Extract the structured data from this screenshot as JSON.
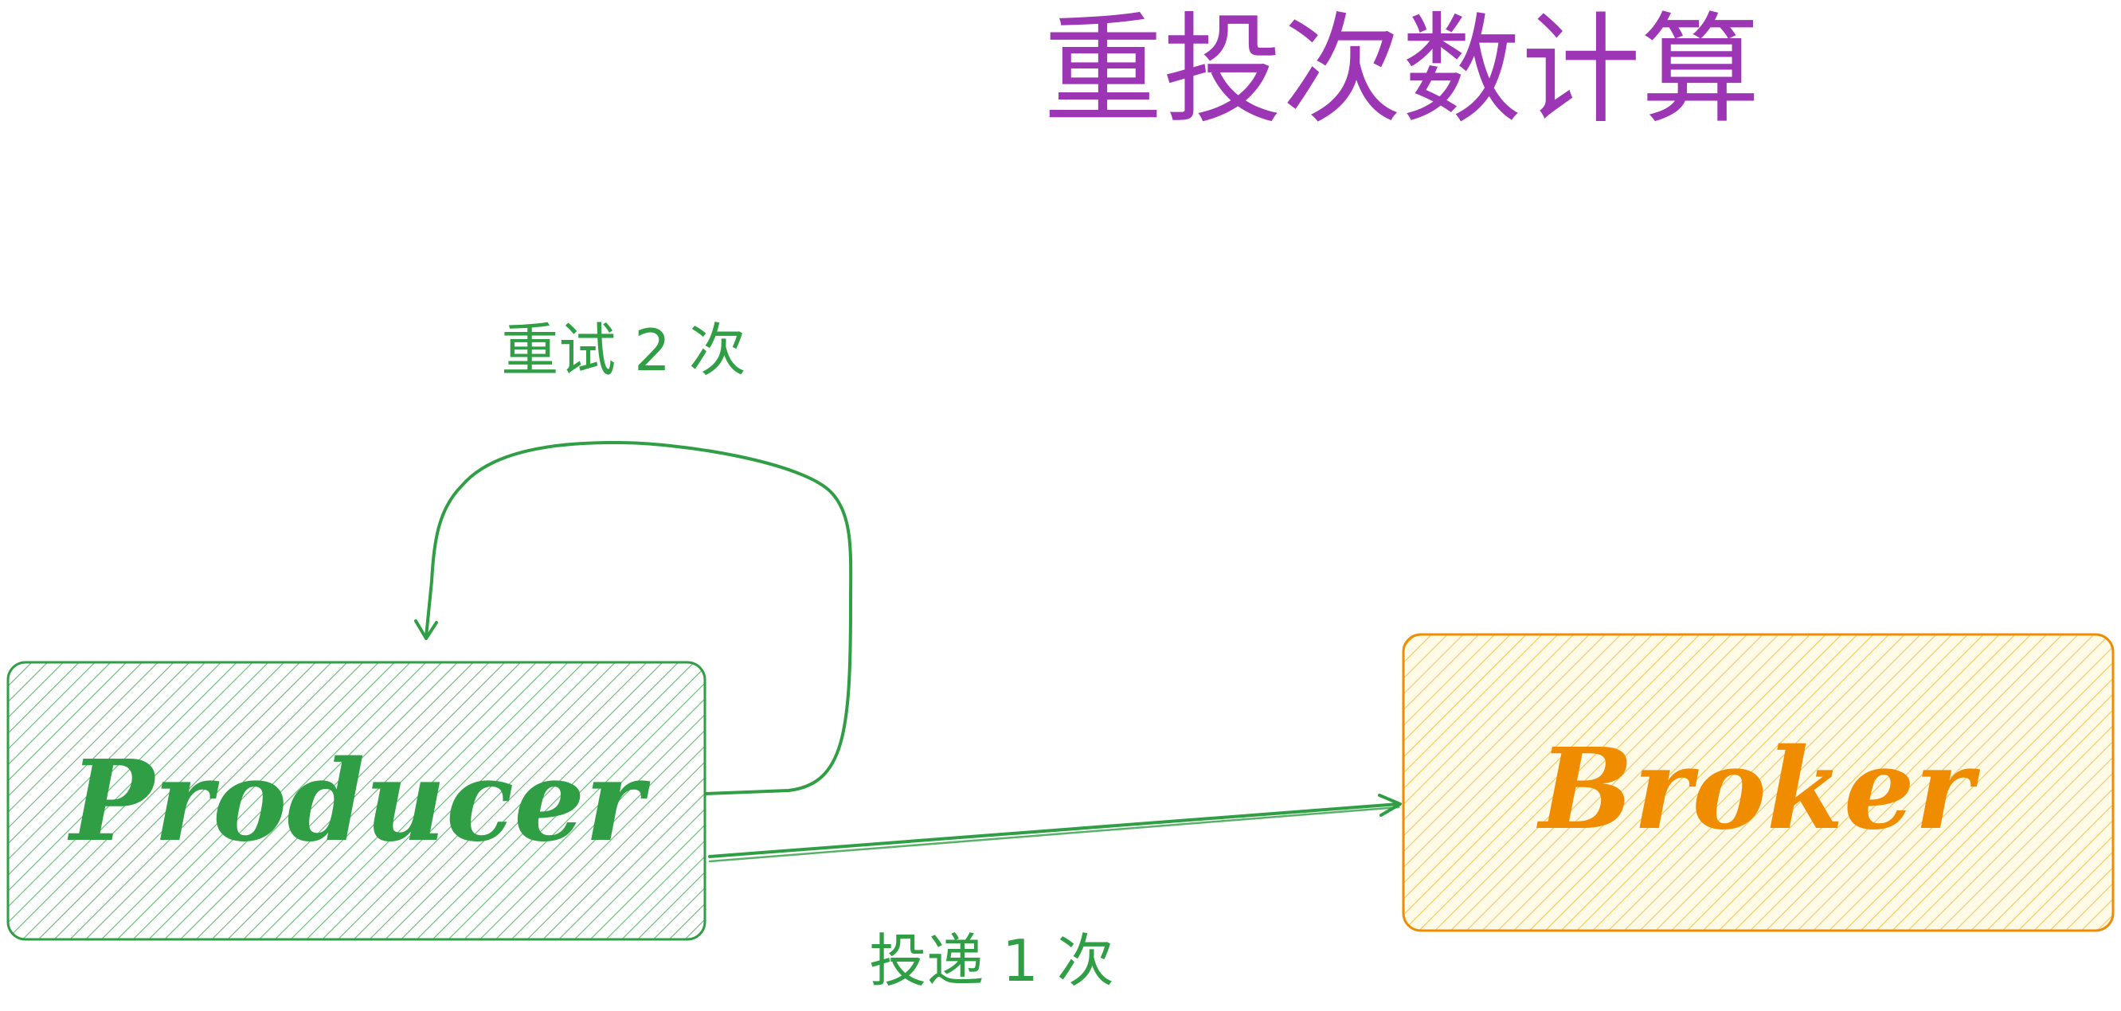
{
  "title": "重投次数计算",
  "colors": {
    "title": "#9c36b5",
    "producer_stroke": "#2f9e44",
    "producer_fill": "#b2f2bb",
    "broker_stroke": "#f08c00",
    "broker_fill": "#ffec99",
    "arrow": "#2f9e44"
  },
  "nodes": {
    "producer": {
      "label": "Producer"
    },
    "broker": {
      "label": "Broker"
    }
  },
  "edges": {
    "retry": {
      "label": "重试 2 次",
      "from": "producer",
      "to": "producer"
    },
    "deliver": {
      "label": "投递 1 次",
      "from": "producer",
      "to": "broker"
    }
  }
}
